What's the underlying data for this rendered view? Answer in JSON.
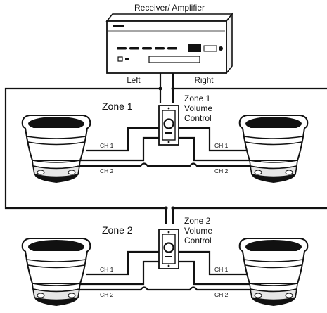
{
  "receiver": {
    "title": "Receiver/ Amplifier",
    "left_label": "Left",
    "right_label": "Right"
  },
  "zones": [
    {
      "name": "Zone 1",
      "control_label": [
        "Zone 1",
        "Volume",
        "Control"
      ],
      "ch_labels": {
        "left_ch1": "CH 1",
        "left_ch2": "CH 2",
        "right_ch1": "CH 1",
        "right_ch2": "CH 2"
      }
    },
    {
      "name": "Zone 2",
      "control_label": [
        "Zone 2",
        "Volume",
        "Control"
      ],
      "ch_labels": {
        "left_ch1": "CH 1",
        "left_ch2": "CH 2",
        "right_ch1": "CH 1",
        "right_ch2": "CH 2"
      }
    }
  ],
  "icons": {
    "receiver": "receiver-amplifier-icon",
    "planter_speaker": "planter-speaker-icon",
    "volume_control": "volume-control-icon"
  }
}
